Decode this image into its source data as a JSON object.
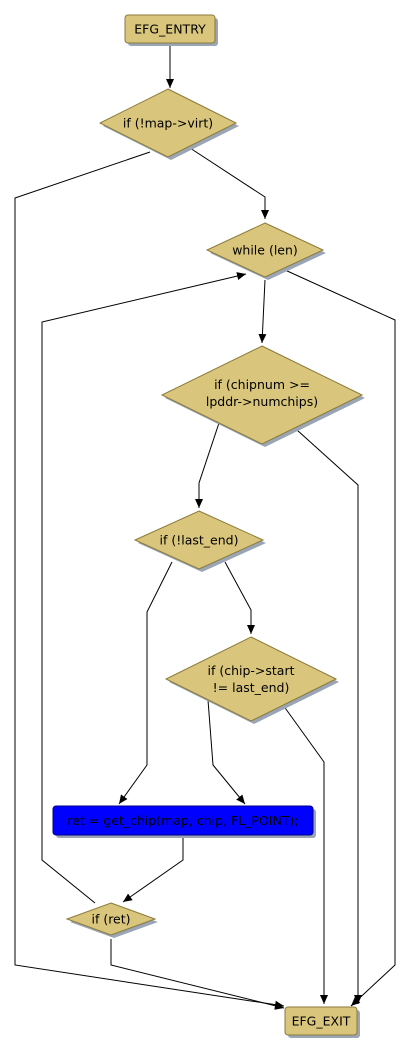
{
  "diagram": {
    "nodes": {
      "entry": {
        "label": "EFG_ENTRY"
      },
      "map_virt": {
        "label": "if (!map->virt)"
      },
      "while_len": {
        "label": "while (len)"
      },
      "chipnum": {
        "lines": [
          "if (chipnum >=",
          "lpddr->numchips)"
        ]
      },
      "last_end": {
        "label": "if (!last_end)"
      },
      "chip_start": {
        "lines": [
          "if (chip->start",
          "!= last_end)"
        ]
      },
      "get_chip": {
        "label": "ret = get_chip(map, chip, FL_POINT);"
      },
      "ret": {
        "label": "if (ret)"
      },
      "exit": {
        "label": "EFG_EXIT"
      }
    },
    "colors": {
      "node_fill": "#d9c67c",
      "node_stroke": "#8a7a3a",
      "shadow": "#9aa5b5",
      "highlight_fill": "#0000ff",
      "highlight_text": "#000000",
      "edge": "#000000"
    }
  }
}
